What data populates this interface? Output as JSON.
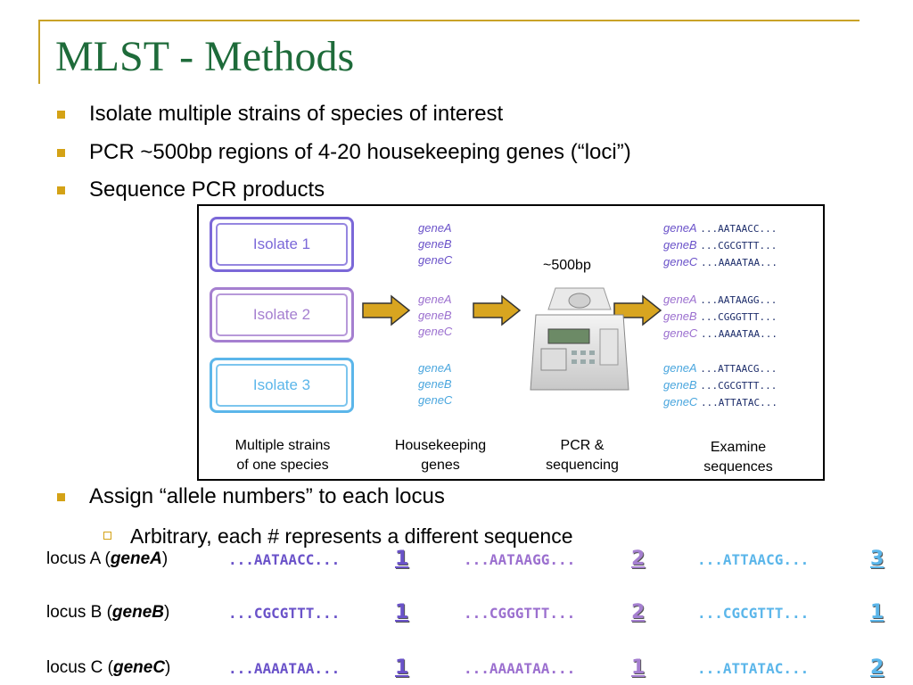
{
  "slide": {
    "title": "MLST - Methods",
    "bullets": [
      "Isolate multiple strains of species of interest",
      "PCR ~500bp regions of 4-20 housekeeping genes (“loci”)",
      "Sequence PCR products",
      "Assign “allele numbers” to each locus"
    ],
    "sub_bullet": "Arbitrary, each # represents a different sequence"
  },
  "figure": {
    "isolates": [
      "Isolate 1",
      "Isolate 2",
      "Isolate 3"
    ],
    "genes": [
      "geneA",
      "geneB",
      "geneC"
    ],
    "pcr_label": "~500bp",
    "sequences": [
      [
        "...AATAACC...",
        "...CGCGTTT...",
        "...AAAATAA..."
      ],
      [
        "...AATAAGG...",
        "...CGGGTTT...",
        "...AAAATAA..."
      ],
      [
        "...ATTAACG...",
        "...CGCGTTT...",
        "...ATTATAC..."
      ]
    ],
    "captions": {
      "strains": [
        "Multiple strains",
        "of one species"
      ],
      "genes": [
        "Housekeeping",
        "genes"
      ],
      "pcr": [
        "PCR &",
        "sequencing"
      ],
      "examine": [
        "Examine",
        "sequences"
      ]
    },
    "colors": {
      "isolate1": "#7b68d8",
      "isolate2": "#a57fd0",
      "isolate3": "#5bb6ea",
      "arrow": "#d8a520"
    }
  },
  "loci": [
    {
      "label_prefix": "locus A (",
      "gene": "geneA",
      "label_suffix": ")",
      "entries": [
        {
          "seq": "...AATAACC...",
          "num": "1"
        },
        {
          "seq": "...AATAAGG...",
          "num": "2"
        },
        {
          "seq": "...ATTAACG...",
          "num": "3"
        }
      ]
    },
    {
      "label_prefix": "locus B (",
      "gene": "geneB",
      "label_suffix": ")",
      "entries": [
        {
          "seq": "...CGCGTTT...",
          "num": "1"
        },
        {
          "seq": "...CGGGTTT...",
          "num": "2"
        },
        {
          "seq": "...CGCGTTT...",
          "num": "1"
        }
      ]
    },
    {
      "label_prefix": "locus C (",
      "gene": "geneC",
      "label_suffix": ")",
      "entries": [
        {
          "seq": "...AAAATAA...",
          "num": "1"
        },
        {
          "seq": "...AAAATAA...",
          "num": "1"
        },
        {
          "seq": "...ATTATAC...",
          "num": "2"
        }
      ]
    }
  ]
}
